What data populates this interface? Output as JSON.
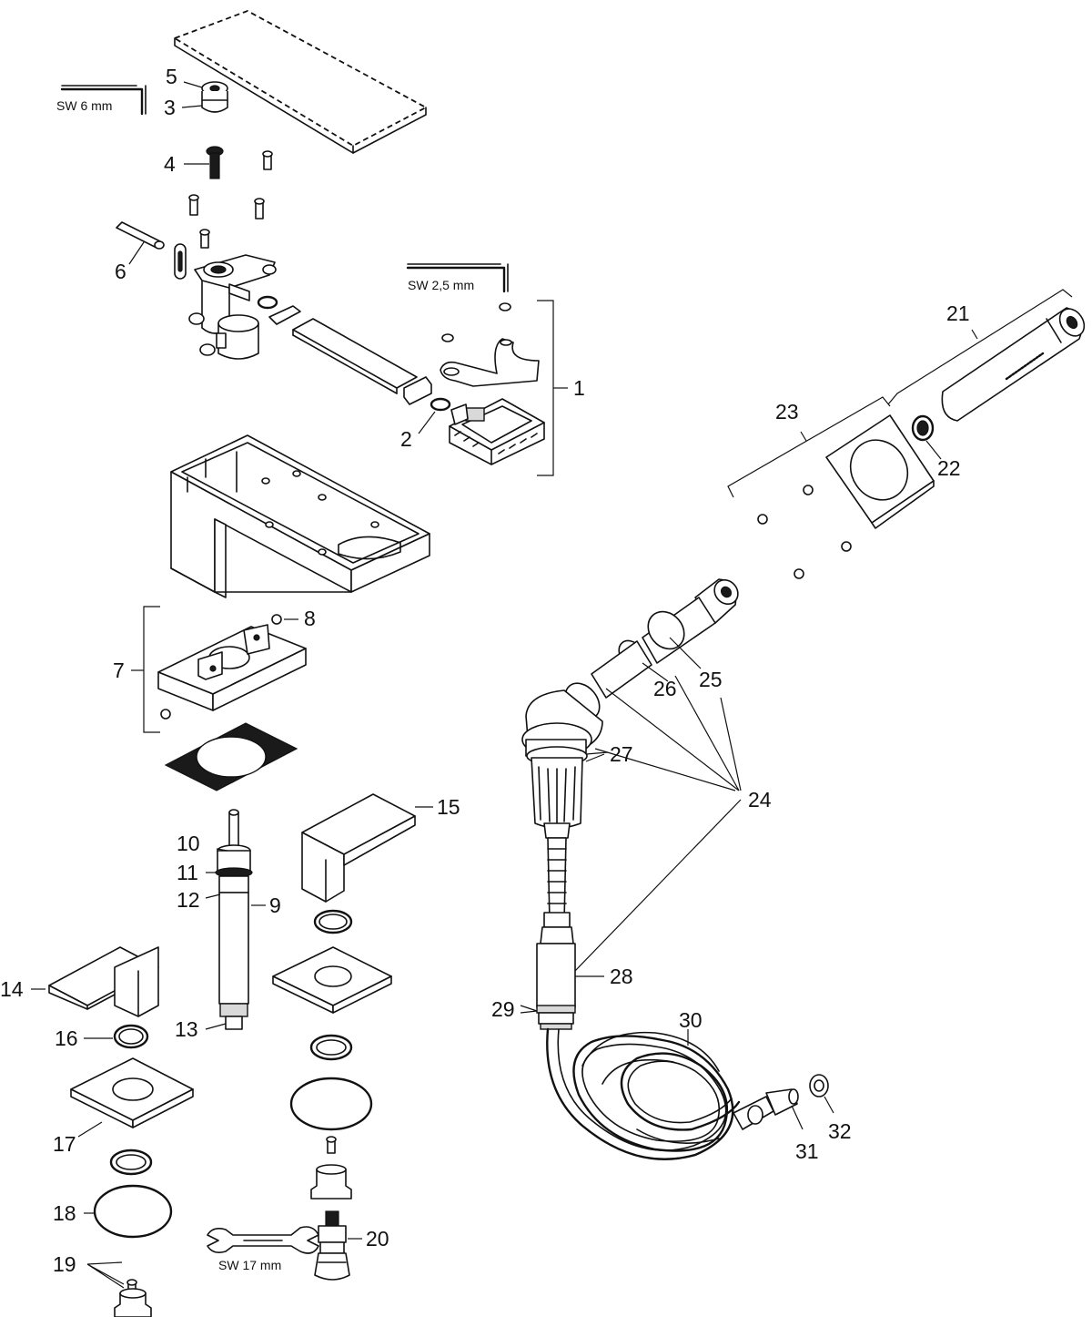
{
  "tool_notes": {
    "allen_6": "SW 6 mm",
    "allen_2_5": "SW 2,5 mm",
    "wrench_17": "SW 17 mm"
  },
  "part_labels": {
    "p1": "1",
    "p2": "2",
    "p3": "3",
    "p4": "4",
    "p5": "5",
    "p6": "6",
    "p7": "7",
    "p8": "8",
    "p9": "9",
    "p10": "10",
    "p11": "11",
    "p12": "12",
    "p13": "13",
    "p14": "14",
    "p15": "15",
    "p16": "16",
    "p17": "17",
    "p18": "18",
    "p19": "19",
    "p20": "20",
    "p21": "21",
    "p22": "22",
    "p23": "23",
    "p24": "24",
    "p25": "25",
    "p26": "26",
    "p27": "27",
    "p28": "28",
    "p29": "29",
    "p30": "30",
    "p31": "31",
    "p32": "32"
  },
  "icons": [
    "allen-key-icon",
    "open-end-wrench-icon"
  ]
}
